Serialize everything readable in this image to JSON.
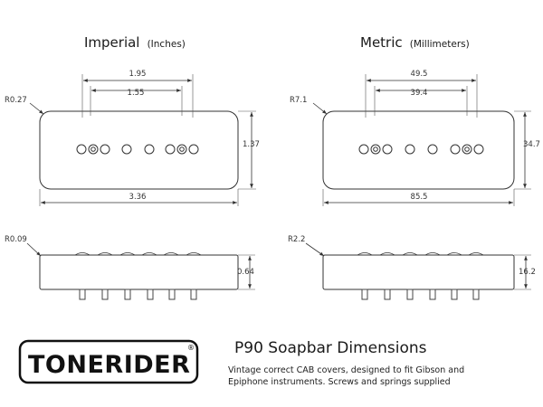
{
  "imperial": {
    "heading": "Imperial",
    "heading_sub": "(Inches)",
    "dims": {
      "outer_pole_spacing": "1.95",
      "inner_pole_spacing": "1.55",
      "corner_radius": "R0.27",
      "height": "1.37",
      "length": "3.36",
      "side_radius": "R0.09",
      "side_height": "0.64"
    }
  },
  "metric": {
    "heading": "Metric",
    "heading_sub": "(Millimeters)",
    "dims": {
      "outer_pole_spacing": "49.5",
      "inner_pole_spacing": "39.4",
      "corner_radius": "R7.1",
      "height": "34.7",
      "length": "85.5",
      "side_radius": "R2.2",
      "side_height": "16.2"
    }
  },
  "brand": {
    "logo": "TONERIDER",
    "registered_mark": "®"
  },
  "product": {
    "title": "P90 Soapbar Dimensions",
    "description_line1": "Vintage correct CAB covers, designed to fit Gibson and",
    "description_line2": "Epiphone instruments.  Screws and springs supplied"
  }
}
